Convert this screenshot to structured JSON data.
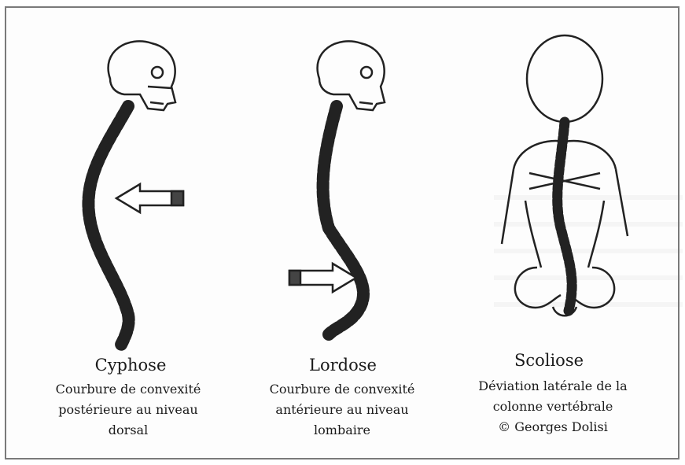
{
  "panels": [
    {
      "id": "cyphose",
      "title": "Cyphose",
      "description": [
        "Courbure de convexité",
        "postérieure au niveau",
        "dorsal"
      ]
    },
    {
      "id": "lordose",
      "title": "Lordose",
      "description": [
        "Courbure de convexité",
        "antérieure au niveau",
        "lombaire"
      ]
    },
    {
      "id": "scoliose",
      "title": "Scoliose",
      "description": [
        "Déviation latérale de la",
        "colonne vertébrale",
        "© Georges Dolisi"
      ]
    }
  ],
  "colors": {
    "ink": "#1a1a1a",
    "frame": "#7a7a7a",
    "paper": "#fdfdfd"
  },
  "icons": [
    "left-arrow-icon",
    "right-arrow-icon"
  ]
}
